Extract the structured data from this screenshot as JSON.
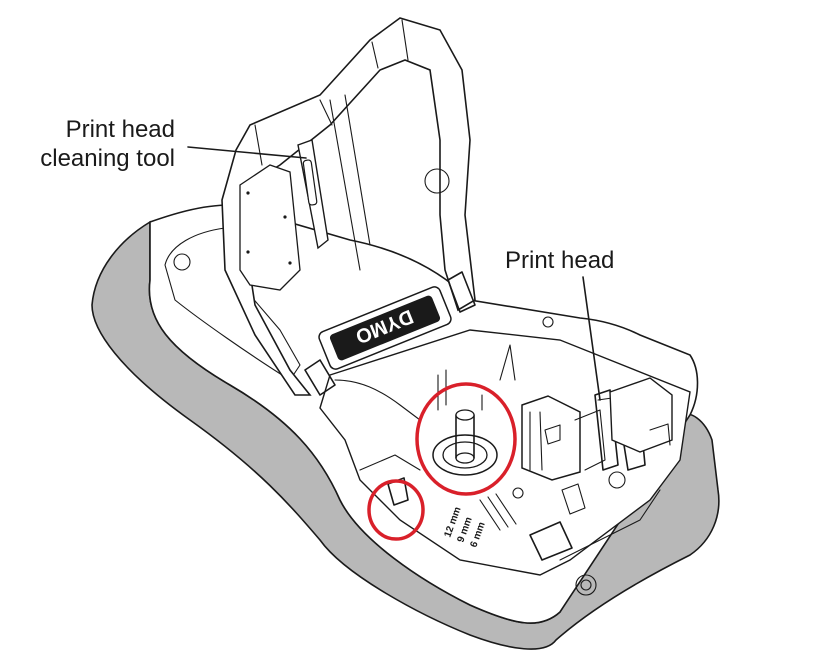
{
  "callouts": {
    "cleaning_tool_line1": "Print head",
    "cleaning_tool_line2": "cleaning tool",
    "print_head": "Print head"
  },
  "brand_logo": "DYMO",
  "tape_widths": [
    "6 mm",
    "9 mm",
    "12 mm"
  ],
  "colors": {
    "outline": "#1a1a1a",
    "shell_gray": "#b8b8b8",
    "highlight_circle": "#d9202a"
  }
}
